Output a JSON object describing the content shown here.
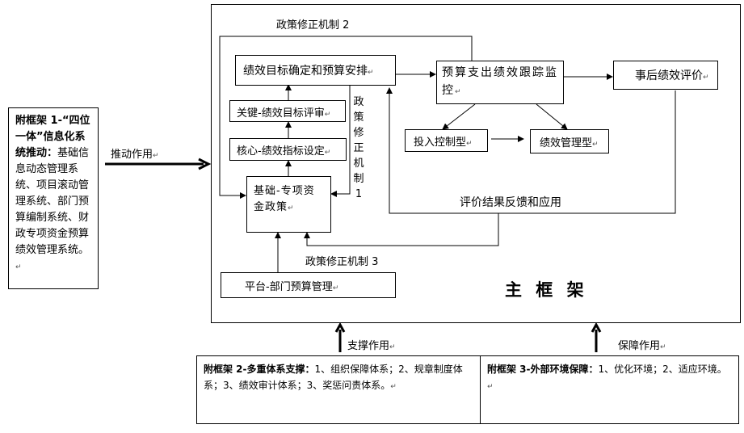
{
  "main_frame_label": "主 框 架",
  "policy_loop_top": "政策修正机制 2",
  "policy_loop_side": "政策修正机制1",
  "policy_loop_bottom": "政策修正机制 3",
  "nodes": {
    "goal": "绩效目标确定和预算安排",
    "monitor": "预算支出绩效跟踪监控",
    "posteval": "事后绩效评价",
    "key": "关键-绩效目标评审",
    "core": "核心-绩效指标设定",
    "input": "投入控制型",
    "perf": "绩效管理型",
    "base": "基础-专项资金政策",
    "platform": "平台-部门预算管理"
  },
  "feedback_label": "评价结果反馈和应用",
  "left_frame": {
    "title": "附框架 1-“四位一体”信息化系统推动：",
    "body": "基础信息动态管理系统、项目滚动管理系统、部门预算编制系统、财政专项资金预算绩效管理系统。"
  },
  "drive_label": "推动作用",
  "support_label": "支撑作用",
  "guarantee_label": "保障作用",
  "bottom_left": {
    "title": "附框架 2-多重体系支撑：",
    "body": "1、组织保障体系；2、规章制度体系；3、绩效审计体系；3、奖惩问责体系。"
  },
  "bottom_right": {
    "title": "附框架 3-外部环境保障：",
    "body": "1、优化环境；2、适应环境。"
  },
  "para_mark": "↵"
}
